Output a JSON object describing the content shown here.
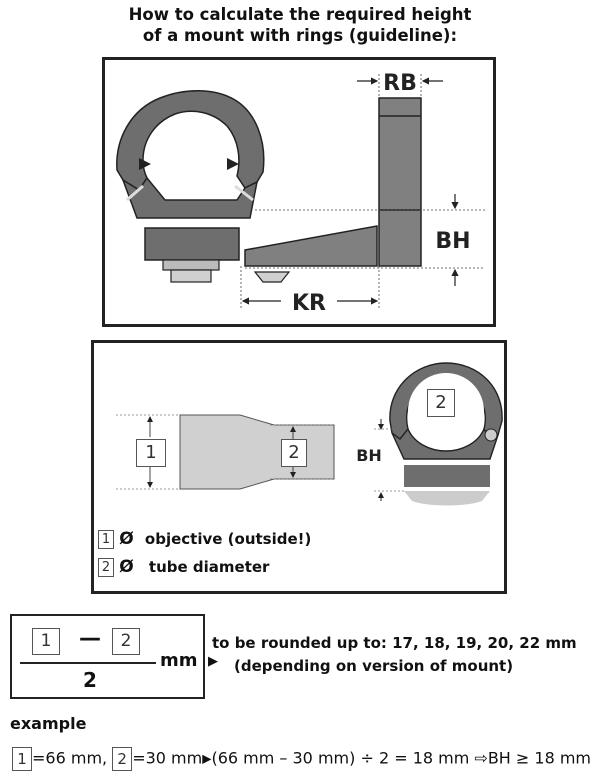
{
  "title_line1": "How to calculate the required height",
  "title_line2": "of a mount with rings (guideline):",
  "diagram1": {
    "diameter_symbol": "Ø",
    "rb_label": "RB",
    "bh_label": "BH",
    "kr_label": "KR"
  },
  "diagram2": {
    "box1": "1",
    "box2": "2",
    "box_ring": "2",
    "bh_label": "BH",
    "legend": [
      {
        "num": "1",
        "symbol": "Ø",
        "text": "objective (outside!)"
      },
      {
        "num": "2",
        "symbol": "Ø",
        "text": "tube diameter"
      }
    ]
  },
  "formula": {
    "num1": "1",
    "minus": "—",
    "num2": "2",
    "denominator": "2",
    "unit": "mm",
    "arrow": "▶",
    "note_line1": "to be rounded up to: 17, 18, 19, 20, 22 mm",
    "note_line2": "(depending on version of mount)"
  },
  "example": {
    "heading": "example",
    "box1": "1",
    "val1": "=66 mm,",
    "box2": "2",
    "val2": "=30 mm",
    "arrow": "▶",
    "calc": "(66 mm – 30 mm) ÷ 2 = 18 mm",
    "implies": "⇨",
    "result": "BH ≥ 18 mm"
  },
  "colors": {
    "ring_dark": "#6e6e6e",
    "base_gray": "#808080",
    "light_gray": "#d0d0d0",
    "outline": "#222222"
  }
}
